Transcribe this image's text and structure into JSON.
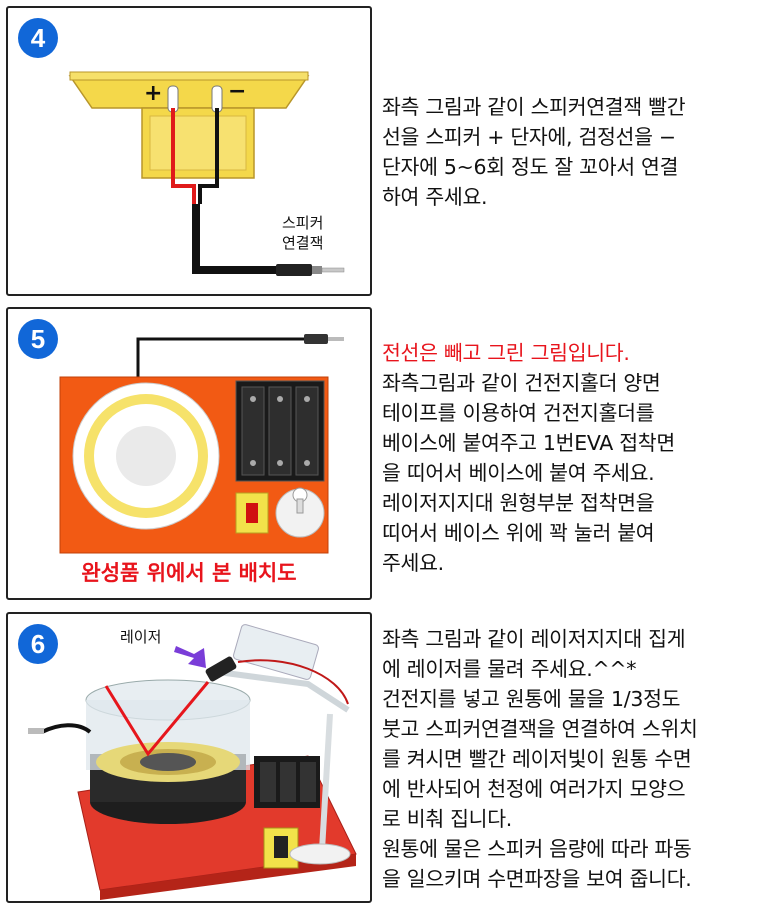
{
  "step4": {
    "number": "4",
    "speaker_plus": "+",
    "speaker_minus": "−",
    "jack_label": [
      "스피커",
      "연결잭"
    ],
    "lines": [
      "좌측 그림과 같이 스피커연결잭 빨간",
      "선을 스피커 + 단자에, 검정선을 −",
      "단자에 5~6회 정도 잘 꼬아서 연결",
      "하여 주세요."
    ]
  },
  "step5": {
    "number": "5",
    "caption": "완성품 위에서 본 배치도",
    "note": "전선은 빼고 그린 그림입니다.",
    "lines": [
      "좌측그림과 같이 건전지홀더 양면",
      "테이프를 이용하여 건전지홀더를",
      "베이스에 붙여주고 1번EVA 접착면",
      "을 띠어서 베이스에 붙여 주세요.",
      "레이저지지대 원형부분 접착면을",
      "띠어서 베이스 위에 꽉 눌러 붙여",
      "주세요."
    ]
  },
  "step6": {
    "number": "6",
    "laser_label": "레이저",
    "lines": [
      "좌측 그림과 같이 레이저지지대 집게",
      "에 레이저를 물려 주세요.^^*",
      "건전지를 넣고 원통에 물을 1/3정도",
      "붓고 스피커연결잭을 연결하여 스위치",
      "를 켜시면 빨간 레이저빛이 원통 수면",
      "에 반사되어 천정에 여러가지 모양으",
      "로 비춰 집니다.",
      "원통에 물은 스피커 음량에 따라 파동",
      "을 일으키며 수면파장을 보여 줍니다."
    ]
  },
  "colors": {
    "badge": "#1167d8",
    "speaker_yellow": "#f4d84a",
    "base_orange": "#f25a14",
    "red_text": "#e8141c",
    "base_red": "#e23a2c"
  }
}
